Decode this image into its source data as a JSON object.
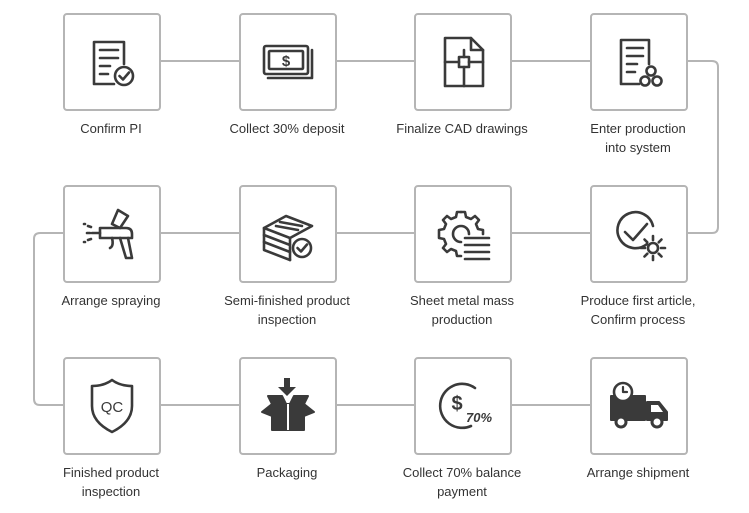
{
  "colors": {
    "line": "#b5b5b5",
    "icon": "#3a3a3a",
    "text": "#333333"
  },
  "steps": [
    {
      "icon": "document-check-icon",
      "label": [
        "Confirm PI"
      ]
    },
    {
      "icon": "banknote-icon",
      "label": [
        "Collect 30% deposit"
      ]
    },
    {
      "icon": "cad-drawing-icon",
      "label": [
        "Finalize CAD drawings"
      ]
    },
    {
      "icon": "document-gears-icon",
      "label": [
        "Enter production",
        "into system"
      ]
    },
    {
      "icon": "spray-gun-icon",
      "label": [
        "Arrange spraying"
      ]
    },
    {
      "icon": "stacked-sheets-check-icon",
      "label": [
        "Semi-finished product",
        "inspection"
      ]
    },
    {
      "icon": "gear-sheets-icon",
      "label": [
        "Sheet metal mass",
        "production"
      ]
    },
    {
      "icon": "check-gear-icon",
      "label": [
        "Produce first article,",
        "Confirm process"
      ]
    },
    {
      "icon": "qc-shield-icon",
      "label": [
        "Finished product",
        "inspection"
      ]
    },
    {
      "icon": "package-box-icon",
      "label": [
        "Packaging"
      ]
    },
    {
      "icon": "dollar-70-icon",
      "label": [
        "Collect 70% balance",
        "payment"
      ],
      "icon_text": {
        "symbol": "$",
        "percent": "70%"
      }
    },
    {
      "icon": "delivery-truck-icon",
      "label": [
        "Arrange shipment"
      ]
    }
  ],
  "qc_icon_text": "QC"
}
